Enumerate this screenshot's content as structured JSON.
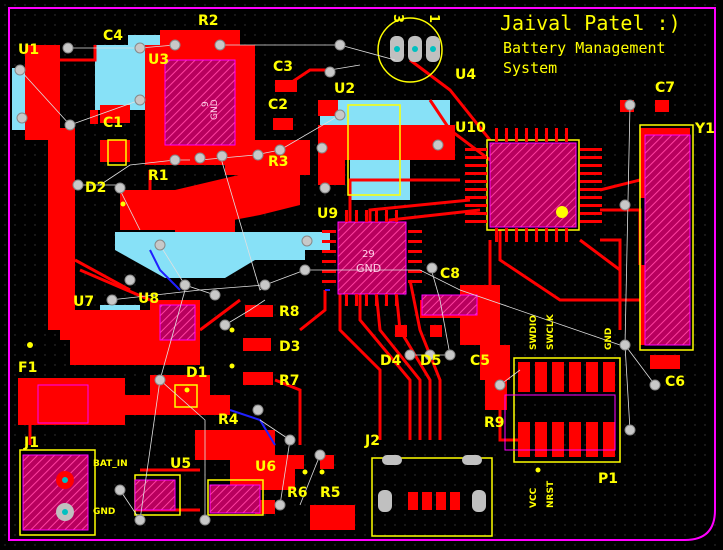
{
  "board": {
    "title_line1": "Jaival Patel :)",
    "title_line2": "Battery Management",
    "title_line3": "System",
    "colors": {
      "background": "#000000",
      "top_copper": "#ff0000",
      "bottom_copper": "#87e1f7",
      "silkscreen": "#ffff00",
      "outline": "#ff00ff",
      "via": "#cccccc",
      "ratsnest": "#ffffff",
      "bottom_trace": "#2020ff"
    }
  },
  "designators": {
    "U1": "U1",
    "C4": "C4",
    "R2": "R2",
    "U3": "U3",
    "C3": "C3",
    "C2": "C2",
    "U2": "U2",
    "U4": "U4",
    "C7": "C7",
    "Y1": "Y1",
    "C1": "C1",
    "R1": "R1",
    "R3": "R3",
    "U10": "U10",
    "D2": "D2",
    "U9": "U9",
    "C8": "C8",
    "U7": "U7",
    "U8": "U8",
    "R8": "R8",
    "D3": "D3",
    "R7": "R7",
    "D4": "D4",
    "D5": "D5",
    "C5": "C5",
    "C6": "C6",
    "F1": "F1",
    "D1": "D1",
    "R9": "R9",
    "R4": "R4",
    "J1": "J1",
    "U5": "U5",
    "U6": "U6",
    "R6": "R6",
    "R5": "R5",
    "J2": "J2",
    "P1": "P1"
  },
  "pin_labels": {
    "u4_pin3": "3",
    "u4_pin1": "1",
    "bat_in": "BAT_IN",
    "gnd_j1": "GND",
    "swdio": "SWDIO",
    "swclk": "SWCLK",
    "gnd_p1": "GND",
    "vcc": "VCC",
    "nrst": "NRST"
  },
  "chip_marks": {
    "u3_pin": "9",
    "u3_gnd": "GND",
    "u9_pin": "29",
    "u9_gnd": "GND"
  }
}
